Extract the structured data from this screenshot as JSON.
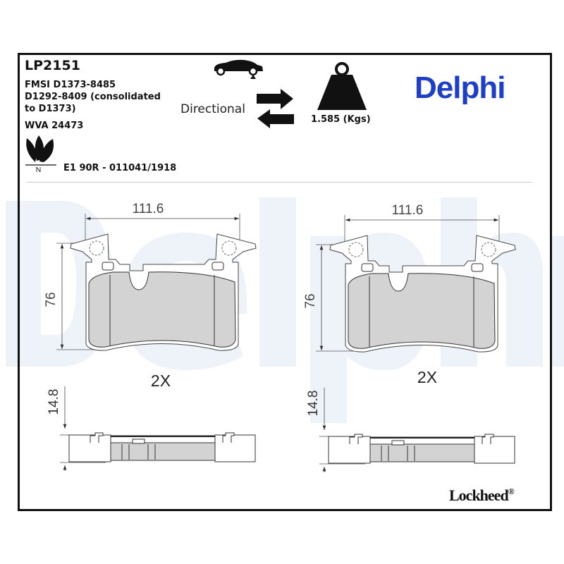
{
  "header": {
    "part_number": "LP2151",
    "fmsi_line1": "FMSI D1373-8485",
    "fmsi_line2": "D1292-8409 (consolidated",
    "fmsi_line3": "to D1373)",
    "wva": "WVA 24473",
    "approval": "E1 90R - 011041/1918",
    "directional_label": "Directional",
    "weight_label": "1.585 (Kgs)",
    "brand_logo": "Delphi",
    "brand_color": "#1d3fc8",
    "icons": [
      "car-rear-axle-icon",
      "directional-arrows-icon",
      "weight-icon",
      "eco-leaf-icon"
    ]
  },
  "drawing": {
    "width_dimension": "111.6",
    "height_dimension": "76",
    "thickness_dimension": "14.8",
    "quantity": "2X"
  },
  "footer": {
    "lockheed_logo": "Lockheed",
    "registered_mark": "®"
  },
  "watermark": "Delphi"
}
